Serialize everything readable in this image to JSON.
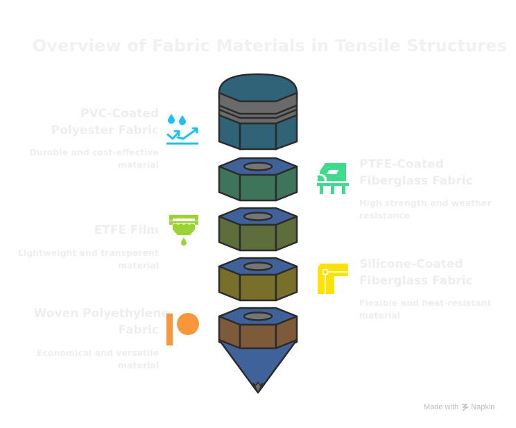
{
  "title": "Overview of Fabric Materials in Tensile Structures",
  "items": [
    {
      "label": "PVC-Coated Polyester Fabric",
      "label_lines": [
        "PVC-Coated",
        "Polyester Fabric"
      ],
      "description_lines": [
        "Durable and cost-effective",
        "material"
      ],
      "side": "left",
      "icon": "water-repellent-icon",
      "icon_color": "#1ec0f2",
      "layer_color": "#2e6378"
    },
    {
      "label": "PTFE-Coated Fiberglass Fabric",
      "label_lines": [
        "PTFE-Coated",
        "Fiberglass Fabric"
      ],
      "description_lines": [
        "High strength and weather",
        "resistance"
      ],
      "side": "right",
      "icon": "train-bridge-icon",
      "icon_color": "#3fdc8e",
      "layer_color": "#3e745a"
    },
    {
      "label": "ETFE Film",
      "label_lines": [
        "ETFE Film"
      ],
      "description_lines": [
        "Lightweight and transparent",
        "material"
      ],
      "side": "left",
      "icon": "filter-drip-icon",
      "icon_color": "#9cd334",
      "layer_color": "#5d6e3a"
    },
    {
      "label": "Silicone-Coated Fiberglass Fabric",
      "label_lines": [
        "Silicone-Coated",
        "Fiberglass Fabric"
      ],
      "description_lines": [
        "Flexible and heat-resistant",
        "material"
      ],
      "side": "right",
      "icon": "pipe-elbow-icon",
      "icon_color": "#fde20a",
      "layer_color": "#78702a"
    },
    {
      "label": "Woven Polyethylene Fabric",
      "label_lines": [
        "Woven Polyethylene",
        "Fabric"
      ],
      "description_lines": [
        "Economical and versatile",
        "material"
      ],
      "side": "left",
      "icon": "patreon-like-icon",
      "icon_color": "#f5973a",
      "layer_color": "#7d5a3a"
    }
  ],
  "colors": {
    "nut_top": "#40629a",
    "hole": "#757575",
    "outline": "#2b2b2b",
    "cap_bands": "#6a6a6a",
    "tip": "#40629a"
  },
  "footer": {
    "made_with": "Made with",
    "brand": "Napkin"
  }
}
